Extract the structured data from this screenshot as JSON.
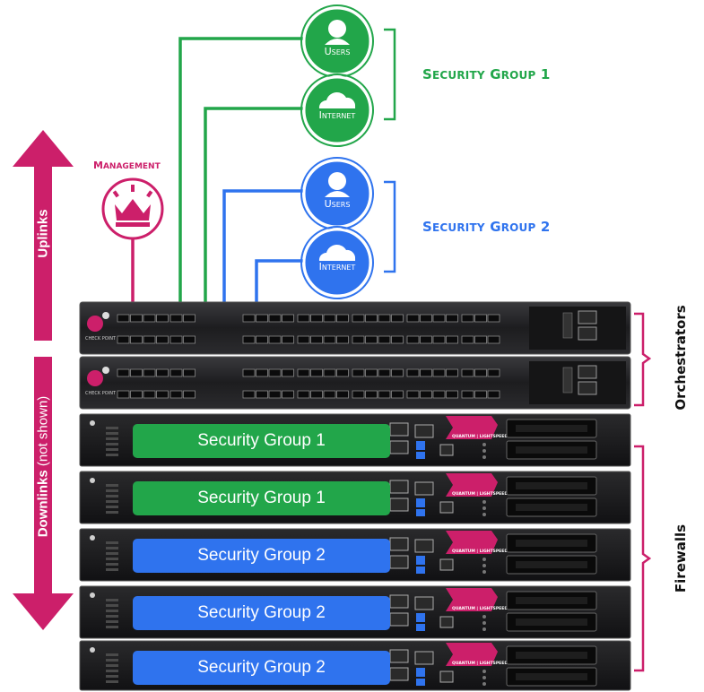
{
  "arrow_labels": {
    "uplinks": "Uplinks",
    "downlinks": "Downlinks",
    "downlinks_note": "(not shown)"
  },
  "management": {
    "label": "Management"
  },
  "security_groups": [
    {
      "title": "Security Group 1",
      "users_label": "Users",
      "internet_label": "Internet",
      "color": "#22a64a"
    },
    {
      "title": "Security Group 2",
      "users_label": "Users",
      "internet_label": "Internet",
      "color": "#2f73ee"
    }
  ],
  "side_labels": {
    "orchestrators": "Orchestrators",
    "firewalls": "Firewalls"
  },
  "orchestrators": [
    {
      "brand": "CHECK POINT"
    },
    {
      "brand": "CHECK POINT"
    }
  ],
  "firewalls": [
    {
      "label": "Security Group 1",
      "group": 1,
      "model_text": "QUANTUM | LIGHTSPEED"
    },
    {
      "label": "Security Group 1",
      "group": 1,
      "model_text": "QUANTUM | LIGHTSPEED"
    },
    {
      "label": "Security Group 2",
      "group": 2,
      "model_text": "QUANTUM | LIGHTSPEED"
    },
    {
      "label": "Security Group 2",
      "group": 2,
      "model_text": "QUANTUM | LIGHTSPEED"
    },
    {
      "label": "Security Group 2",
      "group": 2,
      "model_text": "QUANTUM | LIGHTSPEED"
    }
  ],
  "colors": {
    "magenta": "#cc1f6a",
    "group1": "#22a64a",
    "group2": "#2f73ee",
    "chassis": "#1c1c1e"
  }
}
